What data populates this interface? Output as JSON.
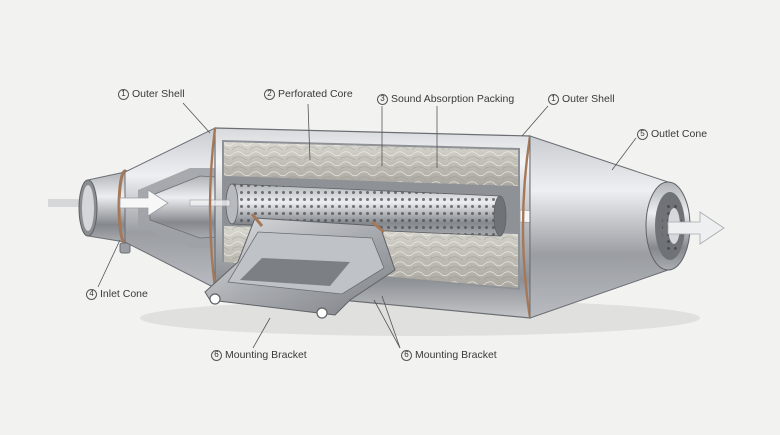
{
  "labels": {
    "outer_shell_left": {
      "num": "1",
      "text": "Outer Shell"
    },
    "perforated_core": {
      "num": "2",
      "text": "Perforated Core"
    },
    "sound_packing": {
      "num": "3",
      "text": "Sound Absorption Packing"
    },
    "outer_shell_right": {
      "num": "1",
      "text": "Outer Shell"
    },
    "outlet_cone": {
      "num": "5",
      "text": "Outlet Cone"
    },
    "inlet_cone": {
      "num": "4",
      "text": "Inlet Cone"
    },
    "bracket_left": {
      "num": "6",
      "text": "Mounting Bracket"
    },
    "bracket_right": {
      "num": "6",
      "text": "Mounting Bracket"
    }
  },
  "colors": {
    "background": "#f2f2f1",
    "steel_light": "#e4e6e8",
    "steel_mid": "#b4b7bb",
    "steel_dark": "#6b6e72",
    "weld_bronze": "#a5785a",
    "packing": "#c9c7bf",
    "leader_line": "#555555"
  }
}
